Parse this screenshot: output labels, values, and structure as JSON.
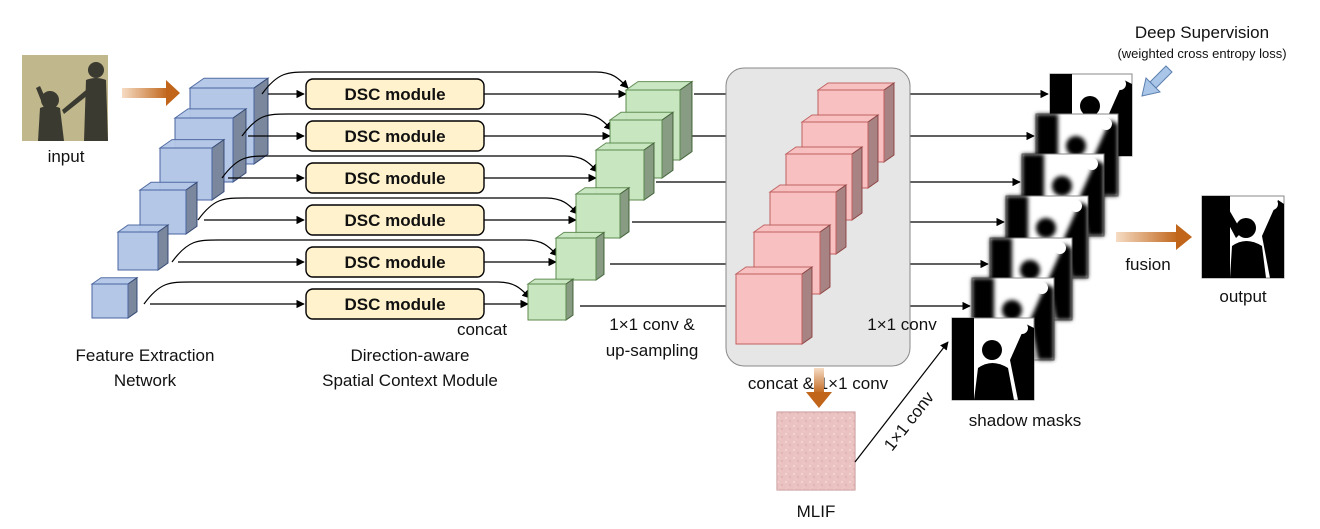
{
  "labels": {
    "input": "input",
    "feature_extraction_1": "Feature Extraction",
    "feature_extraction_2": "Network",
    "dsc_module": "DSC module",
    "dsc_context_1": "Direction-aware",
    "dsc_context_2": "Spatial Context Module",
    "concat": "concat",
    "conv_upsampling_1": "1×1 conv &",
    "conv_upsampling_2": "up-sampling",
    "concat_conv": "concat & 1×1 conv",
    "conv_1x1": "1×1 conv",
    "conv_1x1_rotated": "1×1 conv",
    "mlif": "MLIF",
    "shadow_masks": "shadow masks",
    "deep_supervision": "Deep Supervision",
    "deep_supervision_sub": "(weighted cross entropy loss)",
    "fusion": "fusion",
    "output": "output"
  },
  "colors": {
    "feature_block": "#b4c7e7",
    "feature_stroke": "#4a66a0",
    "context_block": "#c8e6c0",
    "context_stroke": "#5d8a4f",
    "refine_block": "#f8c0c0",
    "refine_stroke": "#c06060",
    "dsc_fill": "#fff2cc",
    "dsc_stroke": "#000000",
    "panel_fill": "#e6e6e6",
    "orange_arrow": "#c0651a",
    "blue_arrow": "#a9c6e8"
  },
  "icons": {
    "input_photo": "shadow-photo-icon",
    "mask": "shadow-mask-icon",
    "mlif_texture": "texture-map-icon"
  }
}
